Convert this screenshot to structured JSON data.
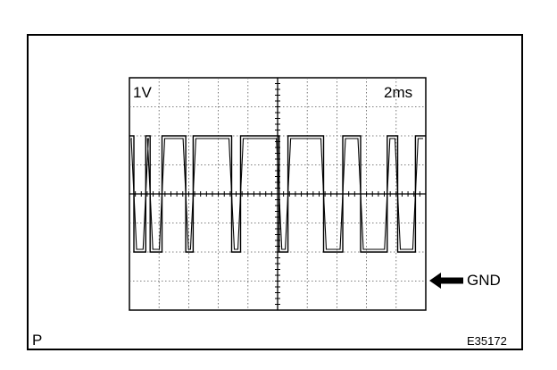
{
  "scope": {
    "volt_per_div": "1V",
    "time_per_div": "2ms",
    "gnd_label": "GND"
  },
  "panel_id": "P",
  "figure_code": "E35172",
  "grid": {
    "h_divs": 10,
    "v_divs": 8
  },
  "signal": {
    "high_div": 6,
    "low_div": 2,
    "gnd_div": 1,
    "segments": [
      {
        "level": "high",
        "t0": 0.0,
        "t1": 0.15
      },
      {
        "level": "low",
        "t0": 0.15,
        "t1": 0.55
      },
      {
        "level": "high",
        "t0": 0.55,
        "t1": 0.7
      },
      {
        "level": "low",
        "t0": 0.7,
        "t1": 1.1
      },
      {
        "level": "high",
        "t0": 1.1,
        "t1": 1.9
      },
      {
        "level": "low",
        "t0": 1.9,
        "t1": 2.15
      },
      {
        "level": "high",
        "t0": 2.15,
        "t1": 3.45
      },
      {
        "level": "low",
        "t0": 3.45,
        "t1": 3.75
      },
      {
        "level": "high",
        "t0": 3.75,
        "t1": 5.05
      },
      {
        "level": "low",
        "t0": 5.05,
        "t1": 5.35
      },
      {
        "level": "high",
        "t0": 5.35,
        "t1": 6.55
      },
      {
        "level": "low",
        "t0": 6.55,
        "t1": 7.2
      },
      {
        "level": "high",
        "t0": 7.2,
        "t1": 7.8
      },
      {
        "level": "low",
        "t0": 7.8,
        "t1": 8.7
      },
      {
        "level": "high",
        "t0": 8.7,
        "t1": 9.05
      },
      {
        "level": "low",
        "t0": 9.05,
        "t1": 9.65
      },
      {
        "level": "high",
        "t0": 9.65,
        "t1": 10.0
      }
    ]
  }
}
